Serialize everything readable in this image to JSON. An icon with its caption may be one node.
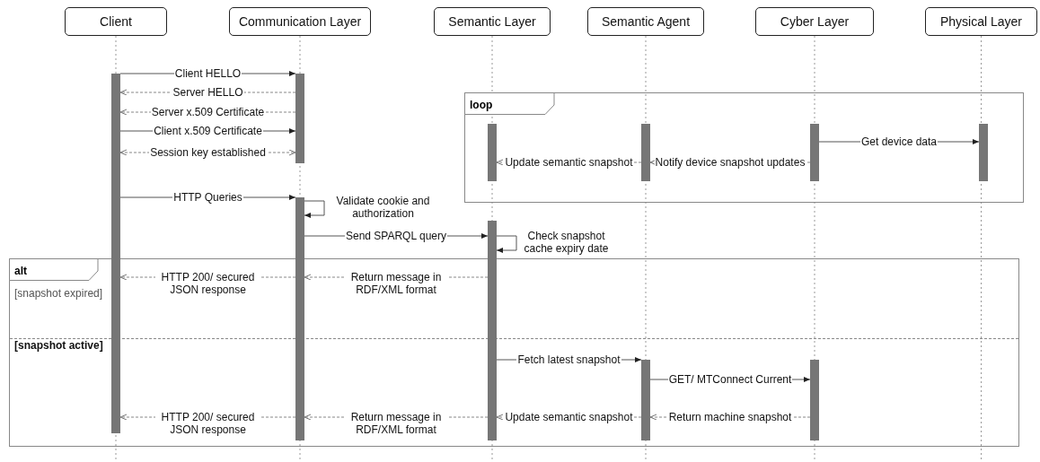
{
  "diagram": {
    "nodes": [
      {
        "text": [
          "Client"
        ]
      },
      {
        "text": [
          "Communication Layer"
        ]
      },
      {
        "text": [
          "Semantic Layer"
        ]
      },
      {
        "text": [
          "Semantic Agent"
        ]
      },
      {
        "text": [
          "Cyber Layer"
        ]
      },
      {
        "text": [
          "Physical Layer"
        ]
      },
      {
        "text": [
          "loop"
        ]
      },
      {
        "text": [],
        "shape": "bar",
        "in": 6
      },
      {
        "text": [],
        "shape": "bar",
        "in": 6
      },
      {
        "text": [],
        "shape": "bar",
        "in": 6
      },
      {
        "text": [],
        "shape": "bar",
        "in": 6
      },
      {
        "text": [],
        "shape": "bar"
      },
      {
        "text": [],
        "shape": "bar"
      },
      {
        "text": [],
        "shape": "bar"
      },
      {
        "text": [],
        "shape": "bar"
      },
      {
        "text": [
          "alt",
          "[snapshot expired]",
          "[snapshot active]"
        ]
      },
      {
        "text": [],
        "shape": "bar",
        "in": 15
      },
      {
        "text": [],
        "shape": "bar",
        "in": 15
      }
    ],
    "edges": [
      {
        "from": 11,
        "to": 12,
        "arrow": "to",
        "label": "Client HELLO"
      },
      {
        "from": 12,
        "to": 11,
        "arrow": "to",
        "label": "Server HELLO",
        "style": "dashed"
      },
      {
        "from": 12,
        "to": 11,
        "arrow": "to",
        "label": "Server x.509 Certificate",
        "style": "dashed"
      },
      {
        "from": 11,
        "to": 12,
        "arrow": "to",
        "label": "Client x.509 Certificate"
      },
      {
        "from": 11,
        "to": 12,
        "arrow": "both",
        "label": "Session key established",
        "style": "dashed"
      },
      {
        "from": 9,
        "to": 10,
        "arrow": "to",
        "label": "Get device data"
      },
      {
        "from": 9,
        "to": 8,
        "arrow": "to",
        "label": "Notify device snapshot updates",
        "style": "dashed"
      },
      {
        "from": 8,
        "to": 7,
        "arrow": "to",
        "label": "Update semantic snapshot",
        "style": "dashed"
      },
      {
        "from": 11,
        "to": 13,
        "arrow": "to",
        "label": "HTTP Queries"
      },
      {
        "from": 13,
        "to": 13,
        "arrow": "to",
        "label": "Validate cookie and authorization"
      },
      {
        "from": 13,
        "to": 14,
        "arrow": "to",
        "label": "Send SPARQL query"
      },
      {
        "from": 14,
        "to": 14,
        "arrow": "to",
        "label": "Check snapshot cache expiry date"
      },
      {
        "from": 13,
        "to": 11,
        "arrow": "to",
        "label": "HTTP 200/ secured JSON response",
        "style": "dashed"
      },
      {
        "from": 14,
        "to": 13,
        "arrow": "to",
        "label": "Return message in RDF/XML format",
        "style": "dashed"
      },
      {
        "from": 14,
        "to": 16,
        "arrow": "to",
        "label": "Fetch latest snapshot"
      },
      {
        "from": 16,
        "to": 17,
        "arrow": "to",
        "label": "GET/ MTConnect Current"
      },
      {
        "from": 13,
        "to": 11,
        "arrow": "to",
        "label": "HTTP 200/ secured JSON response",
        "style": "dashed"
      },
      {
        "from": 14,
        "to": 13,
        "arrow": "to",
        "label": "Return message in RDF/XML format",
        "style": "dashed"
      },
      {
        "from": 16,
        "to": 14,
        "arrow": "to",
        "label": "Update semantic snapshot",
        "style": "dashed"
      },
      {
        "from": 17,
        "to": 16,
        "arrow": "to",
        "label": "Return machine snapshot",
        "style": "dashed"
      }
    ]
  }
}
